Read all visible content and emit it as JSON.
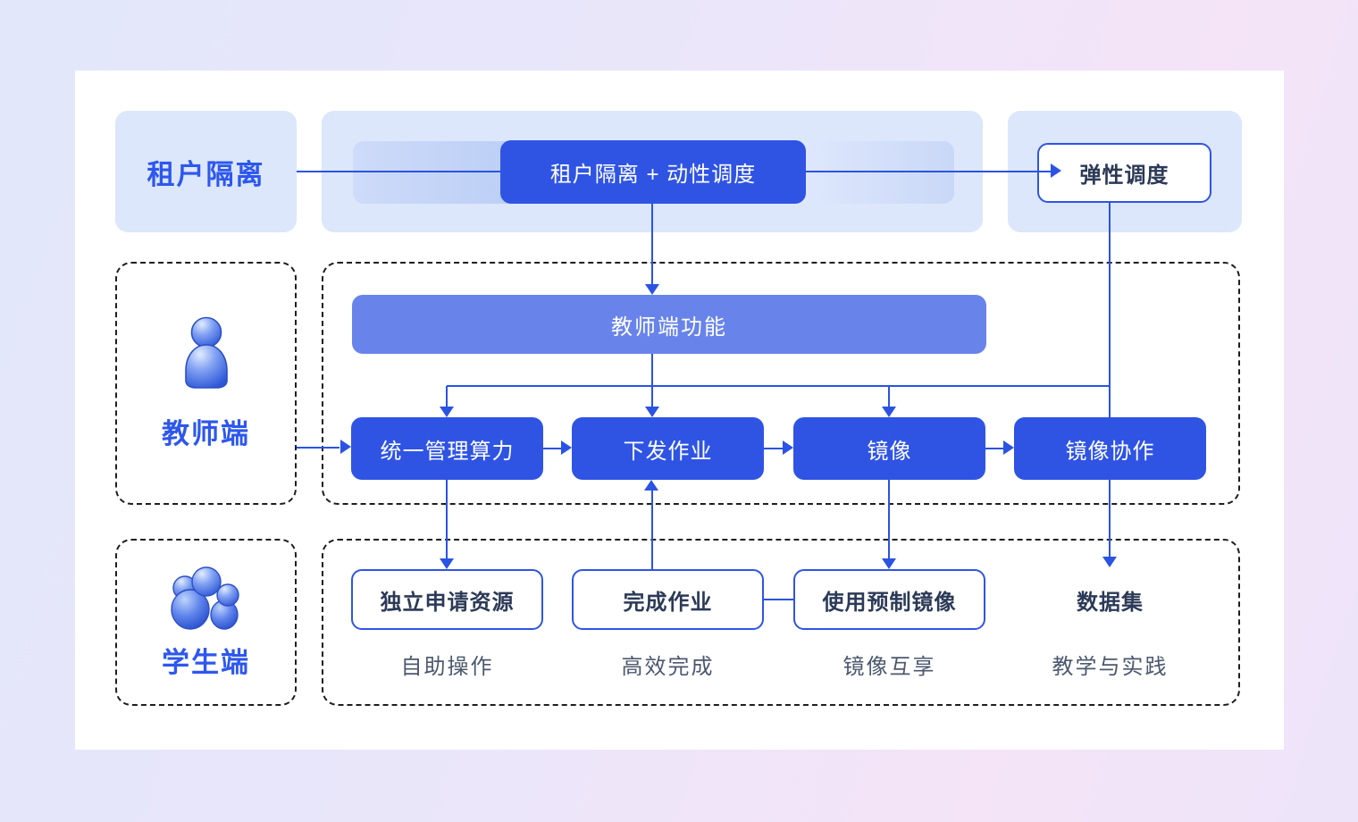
{
  "top": {
    "label": "租户隔离",
    "center": "租户隔离 + 动性调度",
    "right": "弹性调度"
  },
  "teacher": {
    "label": "教师端",
    "bar": "教师端功能",
    "nodes": [
      "统一管理算力",
      "下发作业",
      "镜像",
      "镜像协作"
    ]
  },
  "student": {
    "label": "学生端",
    "nodes": [
      "独立申请资源",
      "完成作业",
      "使用预制镜像",
      "数据集"
    ],
    "captions": [
      "自助操作",
      "高效完成",
      "镜像互享",
      "教学与实践"
    ]
  },
  "colors": {
    "primary": "#2F54E4",
    "mid": "#6884EB",
    "light": "#DCE7FB",
    "line": "#2B53E3",
    "text_dark": "#2C3A57",
    "caption": "#4C586E",
    "label": "#2D57EE"
  }
}
